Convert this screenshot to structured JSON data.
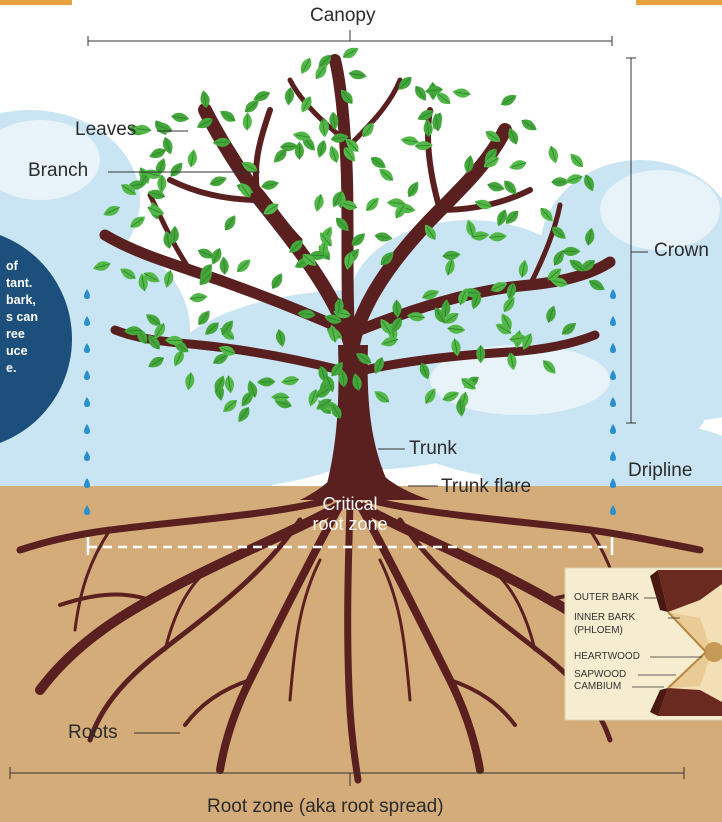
{
  "labels": {
    "canopy": "Canopy",
    "leaves": "Leaves",
    "branch": "Branch",
    "crown": "Crown",
    "trunk": "Trunk",
    "trunk_flare": "Trunk flare",
    "dripline": "Dripline",
    "critical_root_zone": [
      "Critical",
      "root zone"
    ],
    "roots": "Roots",
    "root_zone": "Root zone (aka root spread)"
  },
  "callout_lines": [
    "of",
    "tant.",
    "bark,",
    "s can",
    "ree",
    "uce",
    "e."
  ],
  "bark_layers": [
    "OUTER BARK",
    "INNER BARK",
    "(PHLOEM)",
    "HEARTWOOD",
    "SAPWOOD",
    "CAMBIUM"
  ],
  "colors": {
    "trunk": "#5a2020",
    "leaf": "#52b848",
    "soil": "#d4ac7a",
    "sky": "#c9e4f2",
    "callout": "#1c4f7c",
    "drop": "#2a8fce"
  }
}
